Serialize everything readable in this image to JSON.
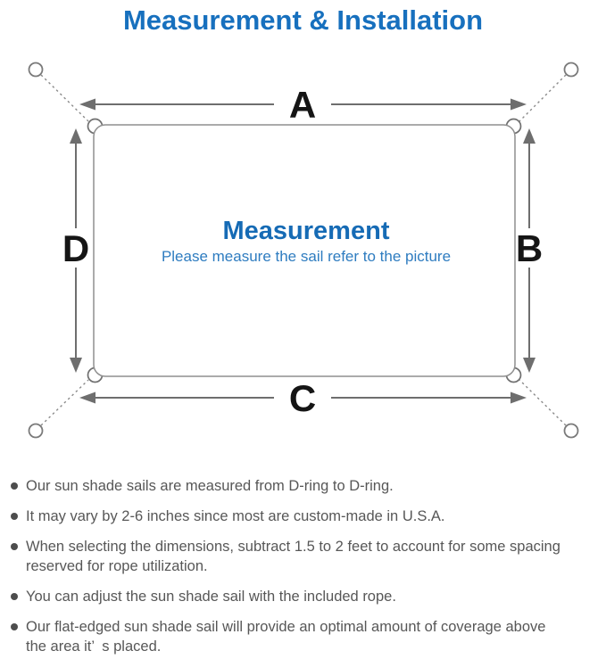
{
  "title": "Measurement & Installation",
  "colors": {
    "title_blue": "#1770be",
    "center_title_blue": "#166bb5",
    "center_subtitle_blue": "#2e7cc0",
    "line_gray": "#8f8f8f",
    "arrow_gray": "#6e6e6e",
    "label_black": "#151515",
    "note_text_gray": "#575757"
  },
  "diagram": {
    "center_title": "Measurement",
    "center_subtitle": "Please measure the sail refer to the picture",
    "labels": {
      "top": "A",
      "right": "B",
      "bottom": "C",
      "left": "D"
    }
  },
  "notes": {
    "items": [
      [
        "Our sun shade sails are measured from D-ring to D-ring."
      ],
      [
        "It may vary by 2-6 inches since most are custom-made in U.S.A."
      ],
      [
        "When selecting the dimensions, subtract 1.5 to 2 feet to account for some spacing",
        "reserved for rope utilization."
      ],
      [
        "You can adjust the sun shade sail with the included rope."
      ],
      [
        "Our flat-edged sun shade sail will provide an optimal amount of coverage above",
        "the area it’ s placed."
      ]
    ]
  }
}
